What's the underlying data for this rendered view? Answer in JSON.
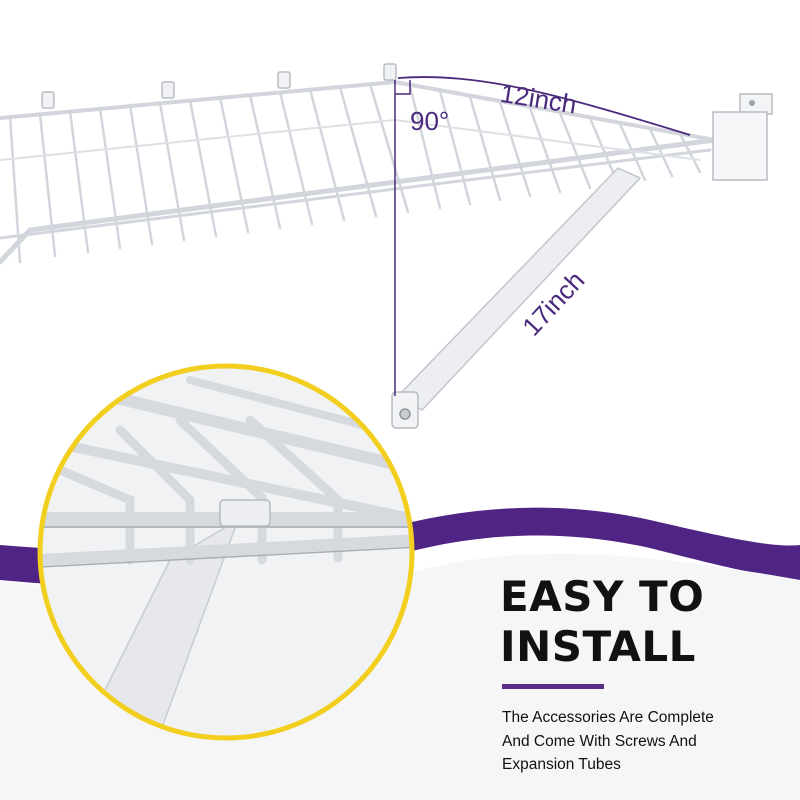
{
  "dimensions": {
    "angle_label": "90°",
    "depth_label": "12inch",
    "brace_label": "17inch"
  },
  "headline": {
    "line1": "EASY TO",
    "line2": "INSTALL"
  },
  "description": {
    "line1": "The Accessories Are Complete",
    "line2": "And Come With Screws And",
    "line3": "Expansion Tubes"
  },
  "colors": {
    "accent_purple": "#5a2d8a",
    "circle_border": "#f2cf1f",
    "dimension_text": "#4b2a7d",
    "headline_text": "#111111"
  }
}
